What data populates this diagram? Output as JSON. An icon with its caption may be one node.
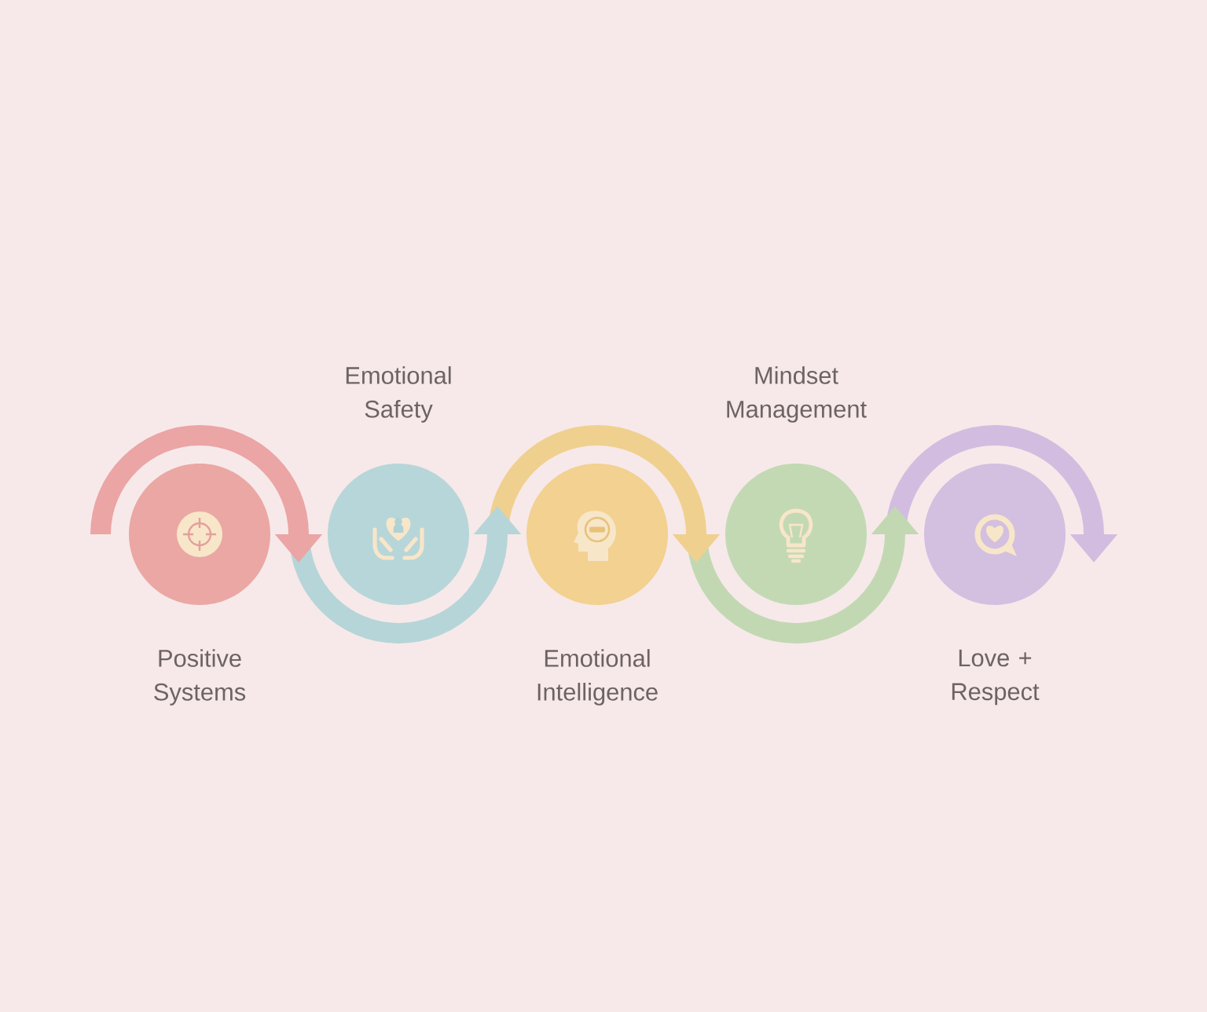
{
  "diagram": {
    "nodes": [
      {
        "text": [
          "Positive Systems"
        ]
      },
      {
        "text": [
          "Emotional Safety"
        ]
      },
      {
        "text": [
          "Emotional Intelligence"
        ]
      },
      {
        "text": [
          "Mindset Management"
        ]
      },
      {
        "text": [
          "Love + Respect"
        ]
      }
    ],
    "edges": [
      {
        "from": null,
        "to": 0,
        "arrow": "to",
        "color": "#eaa5a4"
      },
      {
        "from": 1,
        "to": 1,
        "arrow": "to",
        "color": "#b6d5d8"
      },
      {
        "from": 2,
        "to": 2,
        "arrow": "to",
        "color": "#f0d08f"
      },
      {
        "from": 3,
        "to": 3,
        "arrow": "to",
        "color": "#c2d8b3"
      },
      {
        "from": 4,
        "to": 4,
        "arrow": "to",
        "color": "#d2bde0"
      }
    ]
  }
}
